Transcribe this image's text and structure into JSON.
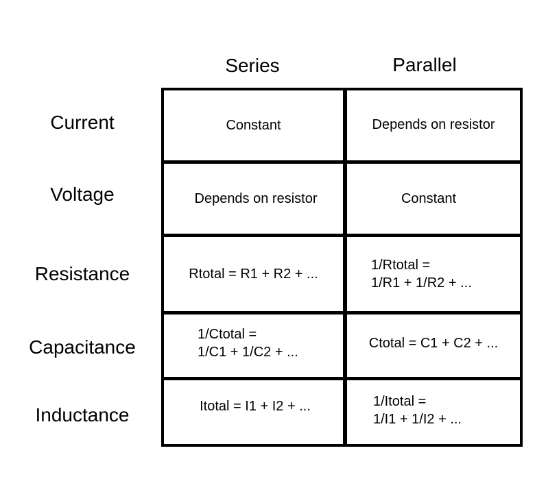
{
  "columns": {
    "series": "Series",
    "parallel": "Parallel"
  },
  "rows": [
    {
      "label": "Current",
      "series": [
        "Constant"
      ],
      "parallel": [
        "Depends on resistor"
      ]
    },
    {
      "label": "Voltage",
      "series": [
        "Depends on resistor"
      ],
      "parallel": [
        "Constant"
      ]
    },
    {
      "label": "Resistance",
      "series": [
        "Rtotal = R1 + R2 + ..."
      ],
      "parallel": [
        "1/Rtotal =",
        "1/R1 + 1/R2 + ..."
      ]
    },
    {
      "label": "Capacitance",
      "series": [
        "1/Ctotal =",
        "1/C1 + 1/C2 + ..."
      ],
      "parallel": [
        "Ctotal = C1 + C2 + ..."
      ]
    },
    {
      "label": "Inductance",
      "series": [
        "Itotal = I1 + I2 + ..."
      ],
      "parallel": [
        "1/Itotal =",
        "1/I1 + 1/I2 + ..."
      ]
    }
  ]
}
